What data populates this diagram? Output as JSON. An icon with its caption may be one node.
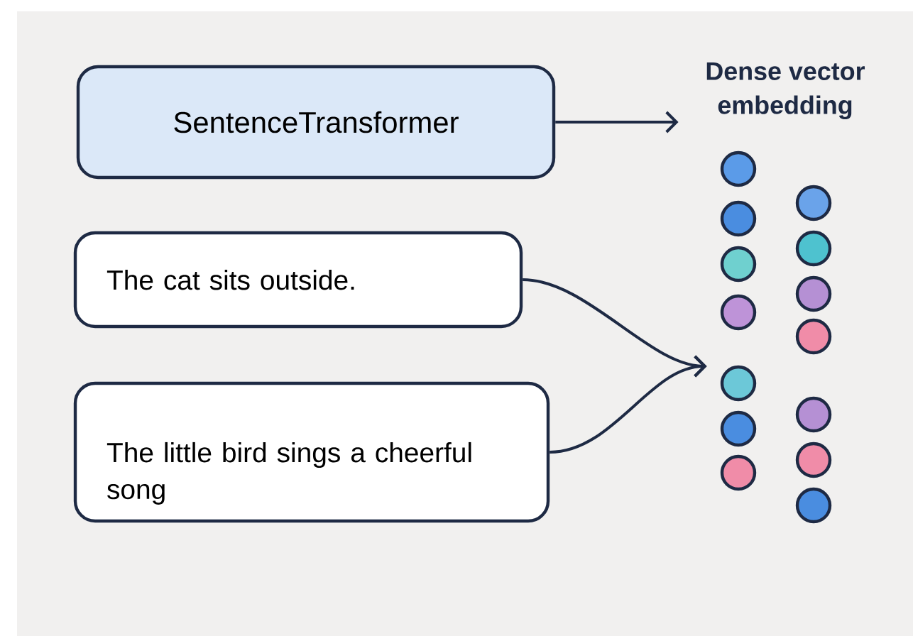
{
  "diagram": {
    "nodes": [
      {
        "text": [
          "SentenceTransformer"
        ]
      },
      {
        "text": [
          "Dense vector embedding"
        ]
      },
      {
        "text": [
          "The cat sits outside."
        ]
      },
      {
        "text": [
          "The little bird sings a cheerful song"
        ]
      },
      {
        "text": [],
        "shape": "dots"
      }
    ],
    "edges": [
      {
        "from": 0,
        "to": 1,
        "arrow": "to"
      },
      {
        "from": 2,
        "to": 4,
        "arrow": "to"
      },
      {
        "from": 3,
        "to": 4,
        "arrow": "to"
      }
    ]
  }
}
